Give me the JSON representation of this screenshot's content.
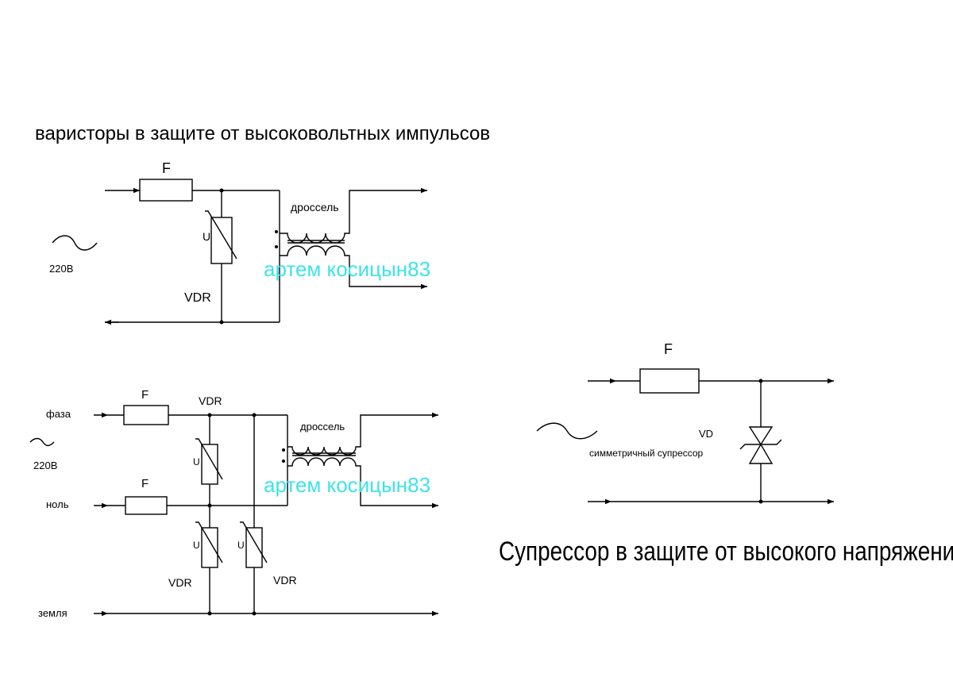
{
  "title_top": "варисторы в защите от высоковольтных импульсов",
  "title_supp": "Супрессор в защите от высокого напряжения",
  "diagram1": {
    "fuse": "F",
    "voltage": "220В",
    "varistor_u": "U",
    "varistor": "VDR",
    "choke": "дроссель",
    "watermark": "артем косицын83"
  },
  "diagram2": {
    "phase": "фаза",
    "neutral": "ноль",
    "ground": "земля",
    "voltage": "220В",
    "fuse1": "F",
    "fuse2": "F",
    "vdr_top": "VDR",
    "vdr_left": "VDR",
    "vdr_right": "VDR",
    "u1": "U",
    "u2": "U",
    "u3": "U",
    "choke": "дроссель",
    "watermark": "артем косицын83"
  },
  "diagram3": {
    "fuse": "F",
    "vd": "VD",
    "suppressor": "симметричный супрессор"
  }
}
